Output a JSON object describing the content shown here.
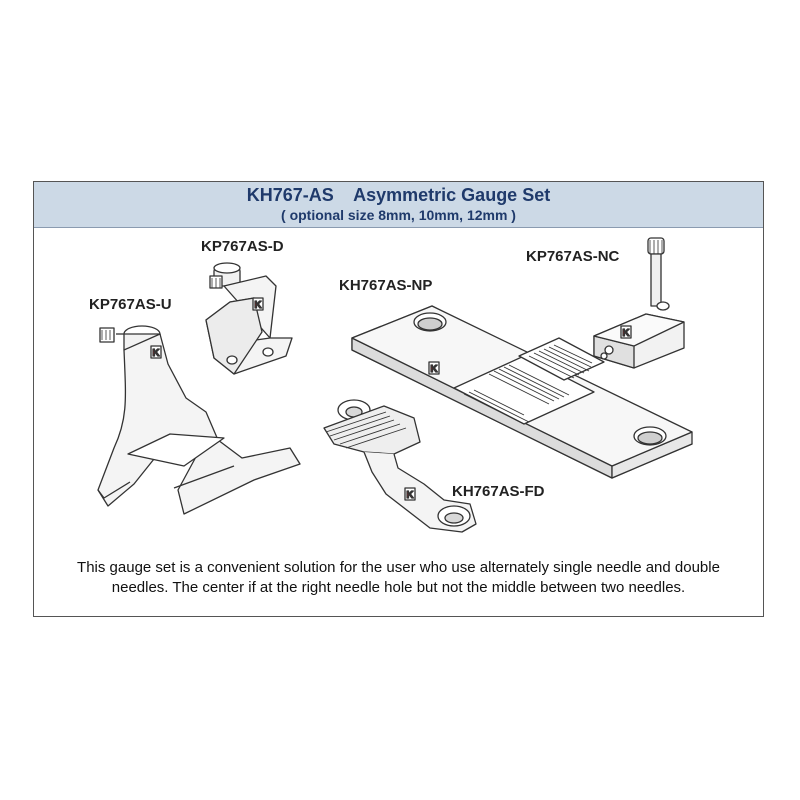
{
  "header": {
    "title": "KH767-AS    Asymmetric Gauge Set",
    "subtitle": "( optional size 8mm, 10mm, 12mm )"
  },
  "parts": {
    "presser_foot_d": "KP767AS-D",
    "presser_foot_u": "KP767AS-U",
    "needle_plate": "KH767AS-NP",
    "needle_clamp": "KP767AS-NC",
    "feed_dog": "KH767AS-FD"
  },
  "description": {
    "line1": "This gauge set is a convenient solution for the user who use alternately single needle and double",
    "line2": "needles. The center if at the right needle hole but not the middle between two needles."
  },
  "colors": {
    "header_bg": "#ccd9e6",
    "title_text": "#1f3a6b",
    "logo_red": "#d42020",
    "line_art": "#333333"
  },
  "icons": [
    "brand-logo-icon"
  ]
}
